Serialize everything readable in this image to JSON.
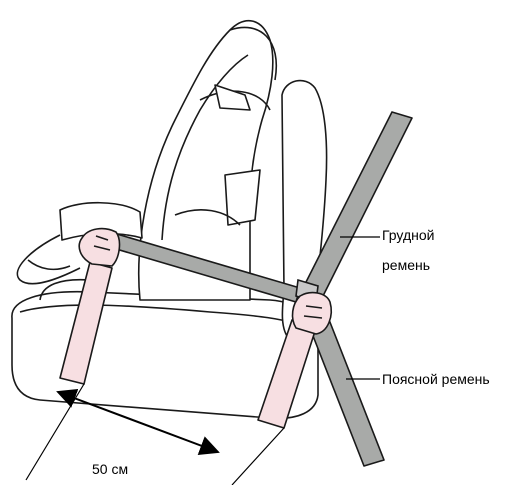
{
  "labels": {
    "chest_belt_line1": "Грудной",
    "chest_belt_line2": "ремень",
    "lap_belt": "Поясной ремень",
    "distance": "50 см"
  },
  "colors": {
    "outline": "#1a1a1a",
    "belt_fill": "#a8aaa8",
    "hand_fill": "#f7dfe2",
    "seat_fill": "#ffffff"
  }
}
